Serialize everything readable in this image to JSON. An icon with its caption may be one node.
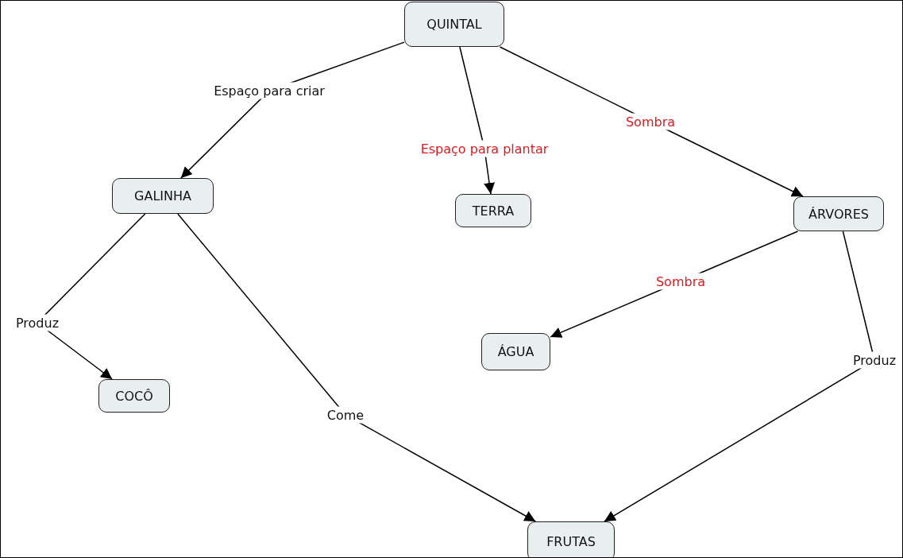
{
  "diagram": {
    "nodes": [
      {
        "text": [
          "QUINTAL"
        ]
      },
      {
        "text": [
          "GALINHA"
        ]
      },
      {
        "text": [
          "TERRA"
        ]
      },
      {
        "text": [
          "ÁRVORES"
        ]
      },
      {
        "text": [
          "ÁGUA"
        ]
      },
      {
        "text": [
          "COCÔ"
        ]
      },
      {
        "text": [
          "FRUTAS"
        ]
      }
    ],
    "edges": [
      {
        "from": 0,
        "to": 1,
        "arrow": "to",
        "label": "Espaço para criar"
      },
      {
        "from": 0,
        "to": 2,
        "arrow": "to",
        "label": "Espaço para plantar"
      },
      {
        "from": 0,
        "to": 3,
        "arrow": "to",
        "label": "Sombra"
      },
      {
        "from": 3,
        "to": 4,
        "arrow": "to",
        "label": "Sombra"
      },
      {
        "from": 1,
        "to": 5,
        "arrow": "to",
        "label": "Produz"
      },
      {
        "from": 1,
        "to": 6,
        "arrow": "to",
        "label": "Come"
      },
      {
        "from": 3,
        "to": 6,
        "arrow": "to",
        "label": "Produz"
      }
    ]
  }
}
